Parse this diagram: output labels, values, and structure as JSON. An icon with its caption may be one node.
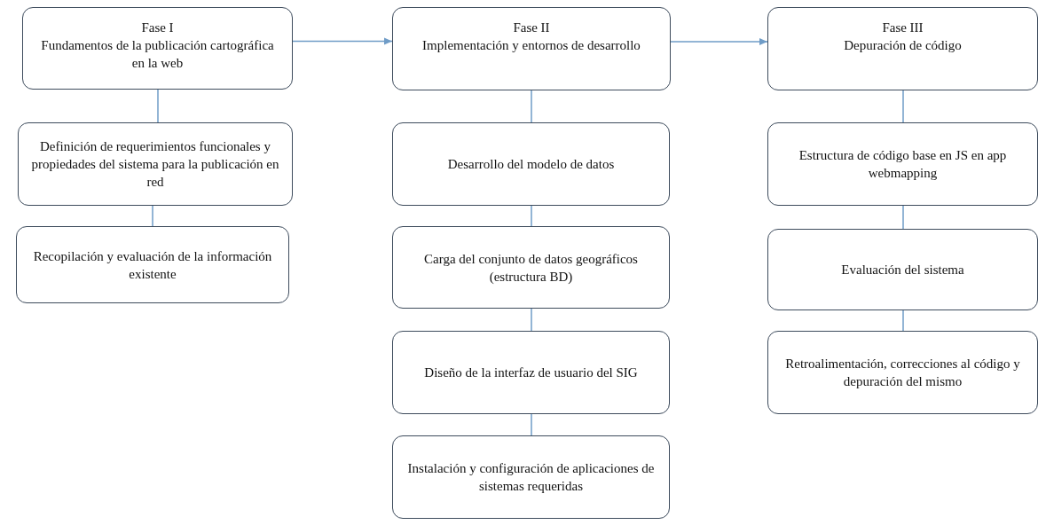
{
  "diagram": {
    "nodes": [
      {
        "text": [
          "Fase I",
          "Fundamentos de la publicación cartográfica en la web"
        ]
      },
      {
        "text": [
          "Definición de requerimientos funcionales y propiedades del sistema para la publicación en red"
        ]
      },
      {
        "text": [
          "Recopilación y evaluación de la información existente"
        ]
      },
      {
        "text": [
          "Fase II",
          "Implementación y entornos de desarrollo"
        ]
      },
      {
        "text": [
          "Desarrollo del modelo de datos"
        ]
      },
      {
        "text": [
          "Carga del conjunto de  datos geográficos (estructura BD)"
        ]
      },
      {
        "text": [
          "Diseño de  la interfaz de usuario del SIG"
        ]
      },
      {
        "text": [
          "Instalación y configuración de aplicaciones de sistemas requeridas"
        ]
      },
      {
        "text": [
          "Fase III",
          "Depuración de código"
        ]
      },
      {
        "text": [
          "Estructura de código base en JS en app webmapping"
        ]
      },
      {
        "text": [
          "Evaluación del sistema"
        ]
      },
      {
        "text": [
          "Retroalimentación, correcciones al código y depuración del mismo"
        ]
      }
    ],
    "edges": [
      {
        "from": 0,
        "to": 3,
        "arrow": "to"
      },
      {
        "from": 3,
        "to": 8,
        "arrow": "to"
      },
      {
        "from": 0,
        "to": 1,
        "arrow": "none"
      },
      {
        "from": 1,
        "to": 2,
        "arrow": "none"
      },
      {
        "from": 3,
        "to": 4,
        "arrow": "none"
      },
      {
        "from": 4,
        "to": 5,
        "arrow": "none"
      },
      {
        "from": 5,
        "to": 6,
        "arrow": "none"
      },
      {
        "from": 6,
        "to": 7,
        "arrow": "none"
      },
      {
        "from": 8,
        "to": 9,
        "arrow": "none"
      },
      {
        "from": 9,
        "to": 10,
        "arrow": "none"
      },
      {
        "from": 10,
        "to": 11,
        "arrow": "none"
      }
    ]
  }
}
